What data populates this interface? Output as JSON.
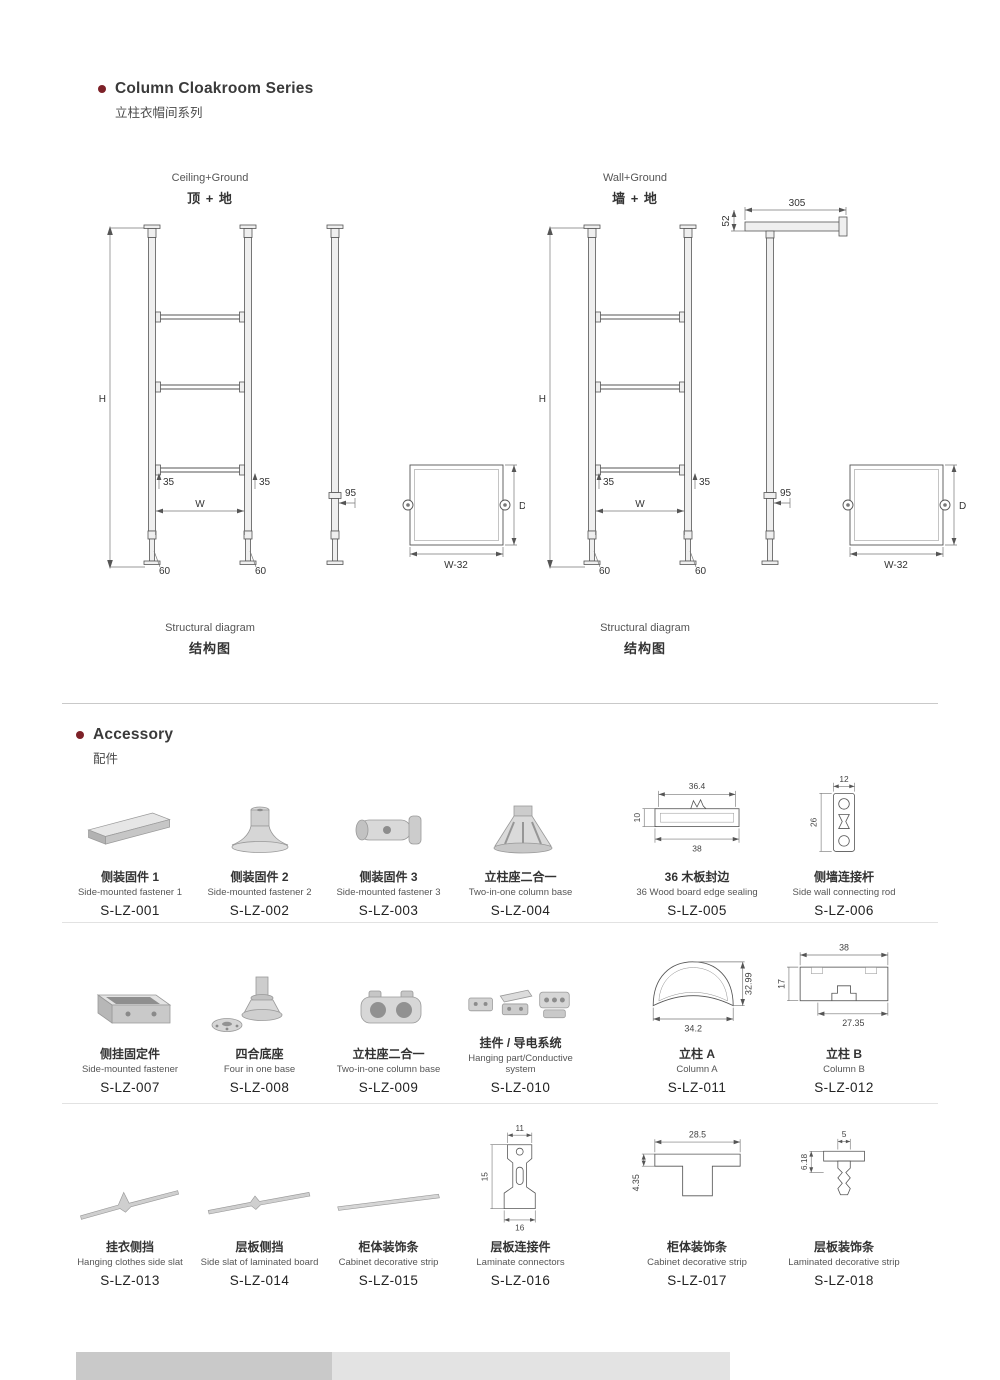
{
  "header": {
    "title_en": "Column Cloakroom Series",
    "title_zh": "立柱衣帽间系列"
  },
  "structural": {
    "left": {
      "label_en": "Ceiling+Ground",
      "label_zh": "顶 + 地",
      "caption_en": "Structural diagram",
      "caption_zh": "结构图",
      "dims": {
        "h": "H",
        "w": "W",
        "a35": "35",
        "a60": "60",
        "a95": "95",
        "w32": "W-32",
        "d": "D"
      }
    },
    "right": {
      "label_en": "Wall+Ground",
      "label_zh": "墙 + 地",
      "caption_en": "Structural diagram",
      "caption_zh": "结构图",
      "dims": {
        "h": "H",
        "w": "W",
        "a35": "35",
        "a60": "60",
        "a95": "95",
        "w32": "W-32",
        "d": "D",
        "a52": "52",
        "a305": "305"
      }
    }
  },
  "accessory": {
    "title_en": "Accessory",
    "title_zh": "配件",
    "items": [
      {
        "name_zh": "侧装固件 1",
        "name_en": "Side-mounted fastener 1",
        "code": "S-LZ-001"
      },
      {
        "name_zh": "侧装固件 2",
        "name_en": "Side-mounted fastener 2",
        "code": "S-LZ-002"
      },
      {
        "name_zh": "侧装固件 3",
        "name_en": "Side-mounted fastener 3",
        "code": "S-LZ-003"
      },
      {
        "name_zh": "立柱座二合一",
        "name_en": "Two-in-one column base",
        "code": "S-LZ-004"
      },
      {
        "name_zh": "36 木板封边",
        "name_en": "36 Wood board edge sealing",
        "code": "S-LZ-005",
        "dims": [
          "36.4",
          "10",
          "38"
        ]
      },
      {
        "name_zh": "侧墙连接杆",
        "name_en": "Side wall connecting rod",
        "code": "S-LZ-006",
        "dims": [
          "12",
          "26"
        ]
      },
      {
        "name_zh": "侧挂固定件",
        "name_en": "Side-mounted fastener",
        "code": "S-LZ-007"
      },
      {
        "name_zh": "四合底座",
        "name_en": "Four in one base",
        "code": "S-LZ-008"
      },
      {
        "name_zh": "立柱座二合一",
        "name_en": "Two-in-one column base",
        "code": "S-LZ-009"
      },
      {
        "name_zh": "挂件 / 导电系统",
        "name_en": "Hanging part/Conductive system",
        "code": "S-LZ-010"
      },
      {
        "name_zh": "立柱 A",
        "name_en": "Column A",
        "code": "S-LZ-011",
        "dims": [
          "34.2",
          "32.99"
        ]
      },
      {
        "name_zh": "立柱 B",
        "name_en": "Column B",
        "code": "S-LZ-012",
        "dims": [
          "38",
          "17",
          "27.35"
        ]
      },
      {
        "name_zh": "挂衣侧挡",
        "name_en": "Hanging clothes side slat",
        "code": "S-LZ-013"
      },
      {
        "name_zh": "层板侧挡",
        "name_en": "Side slat of laminated board",
        "code": "S-LZ-014"
      },
      {
        "name_zh": "柜体装饰条",
        "name_en": "Cabinet decorative strip",
        "code": "S-LZ-015"
      },
      {
        "name_zh": "层板连接件",
        "name_en": "Laminate connectors",
        "code": "S-LZ-016",
        "dims": [
          "11",
          "15",
          "16"
        ]
      },
      {
        "name_zh": "柜体装饰条",
        "name_en": "Cabinet decorative strip",
        "code": "S-LZ-017",
        "dims": [
          "28.5",
          "4.35"
        ]
      },
      {
        "name_zh": "层板装饰条",
        "name_en": "Laminated decorative strip",
        "code": "S-LZ-018",
        "dims": [
          "5",
          "6.18"
        ]
      }
    ]
  }
}
